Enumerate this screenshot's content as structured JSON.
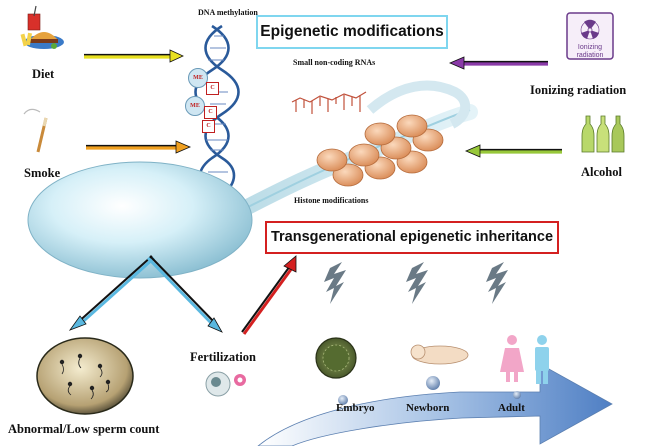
{
  "title": "Epigenetic modifications",
  "inheritance_title": "Transgenerational epigenetic inheritance",
  "factors": {
    "diet": "Diet",
    "smoke": "Smoke",
    "ionizing": "Ionizing radiation",
    "alcohol": "Alcohol",
    "radiation_sign": "Ionizing radiation"
  },
  "mechanisms": {
    "dna_methylation": "DNA methylation",
    "ncrna": "Small non-coding RNAs",
    "histone": "Histone modifications",
    "me_tag": "ME",
    "c_tag": "C"
  },
  "outcomes": {
    "abnormal": "Abnormal/Low sperm count",
    "fertilization": "Fertilization"
  },
  "stages": [
    "Embryo",
    "Newborn",
    "Adult"
  ],
  "colors": {
    "epi_border": "#7fd6ef",
    "trans_border": "#d42020",
    "diet_arrow": "#e8e020",
    "smoke_arrow": "#f0a020",
    "ionizing_arrow": "#8a3aa8",
    "alcohol_arrow": "#98c83a",
    "down_arrow": "#5ab8e0",
    "up_arrow": "#d42020"
  }
}
